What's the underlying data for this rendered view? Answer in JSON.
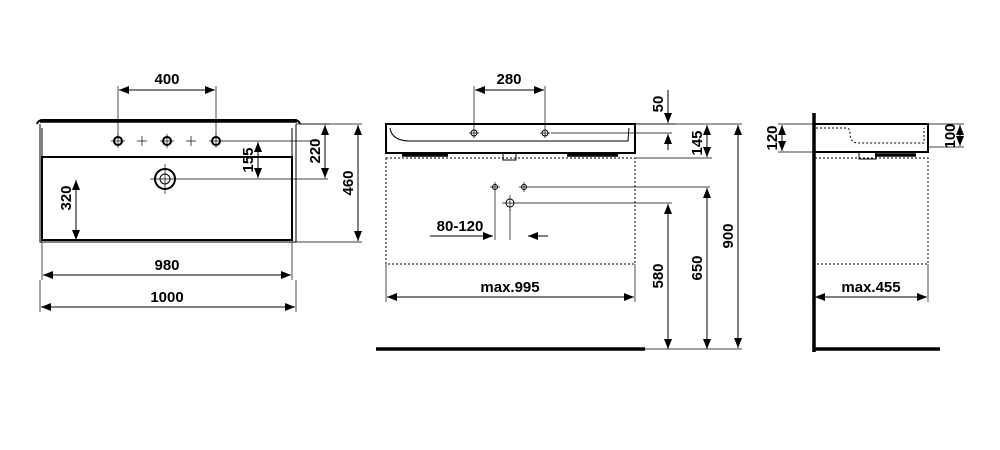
{
  "plan_view": {
    "tap_spacing": "400",
    "inner_width": "980",
    "overall_width": "1000",
    "waste_height": "320",
    "tap_offset": "155",
    "tap_row_height": "220",
    "overall_depth": "460"
  },
  "front_view": {
    "tap_spacing": "280",
    "rim_offset": "50",
    "basin_height": "145",
    "trap_range": "80-120",
    "max_width": "max.995",
    "outlet_height": "580",
    "top_lower_height": "650",
    "top_height": "900"
  },
  "side_view": {
    "outer_height": "120",
    "inner_height": "100",
    "max_depth": "max.455"
  }
}
